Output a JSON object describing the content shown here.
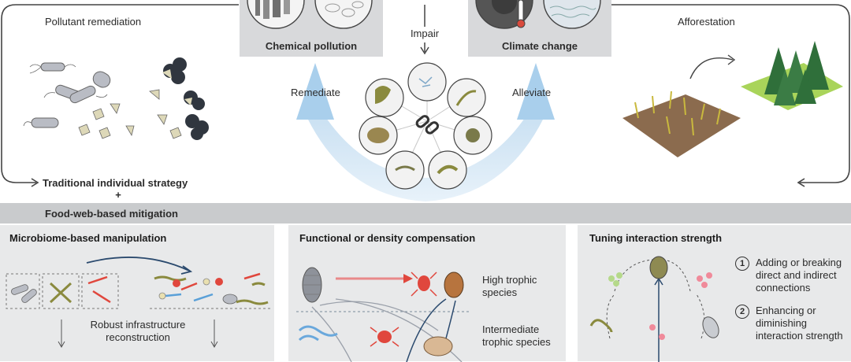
{
  "top": {
    "pollutant_remediation": "Pollutant remediation",
    "afforestation": "Afforestation",
    "chemical_pollution": "Chemical pollution",
    "climate_change": "Climate change",
    "impair": "Impair",
    "remediate": "Remediate",
    "alleviate": "Alleviate"
  },
  "strategy": {
    "traditional": "Traditional individual strategy",
    "plus": "+",
    "food_web": "Food-web-based mitigation"
  },
  "panels": {
    "microbiome": {
      "title": "Microbiome-based manipulation",
      "caption": "Robust infrastructure reconstruction"
    },
    "compensation": {
      "title": "Functional or density compensation",
      "high": "High trophic species",
      "intermediate": "Intermediate trophic species"
    },
    "tuning": {
      "title": "Tuning interaction strength",
      "item1_num": "1",
      "item1": "Adding or breaking direct and indirect connections",
      "item2_num": "2",
      "item2": "Enhancing or diminishing interaction strength"
    }
  },
  "colors": {
    "band": "#c9cbcd",
    "panel": "#e8e9ea",
    "arrow_blue": "#9fc8e8",
    "red": "#e0473d",
    "pink": "#f08a9a"
  }
}
